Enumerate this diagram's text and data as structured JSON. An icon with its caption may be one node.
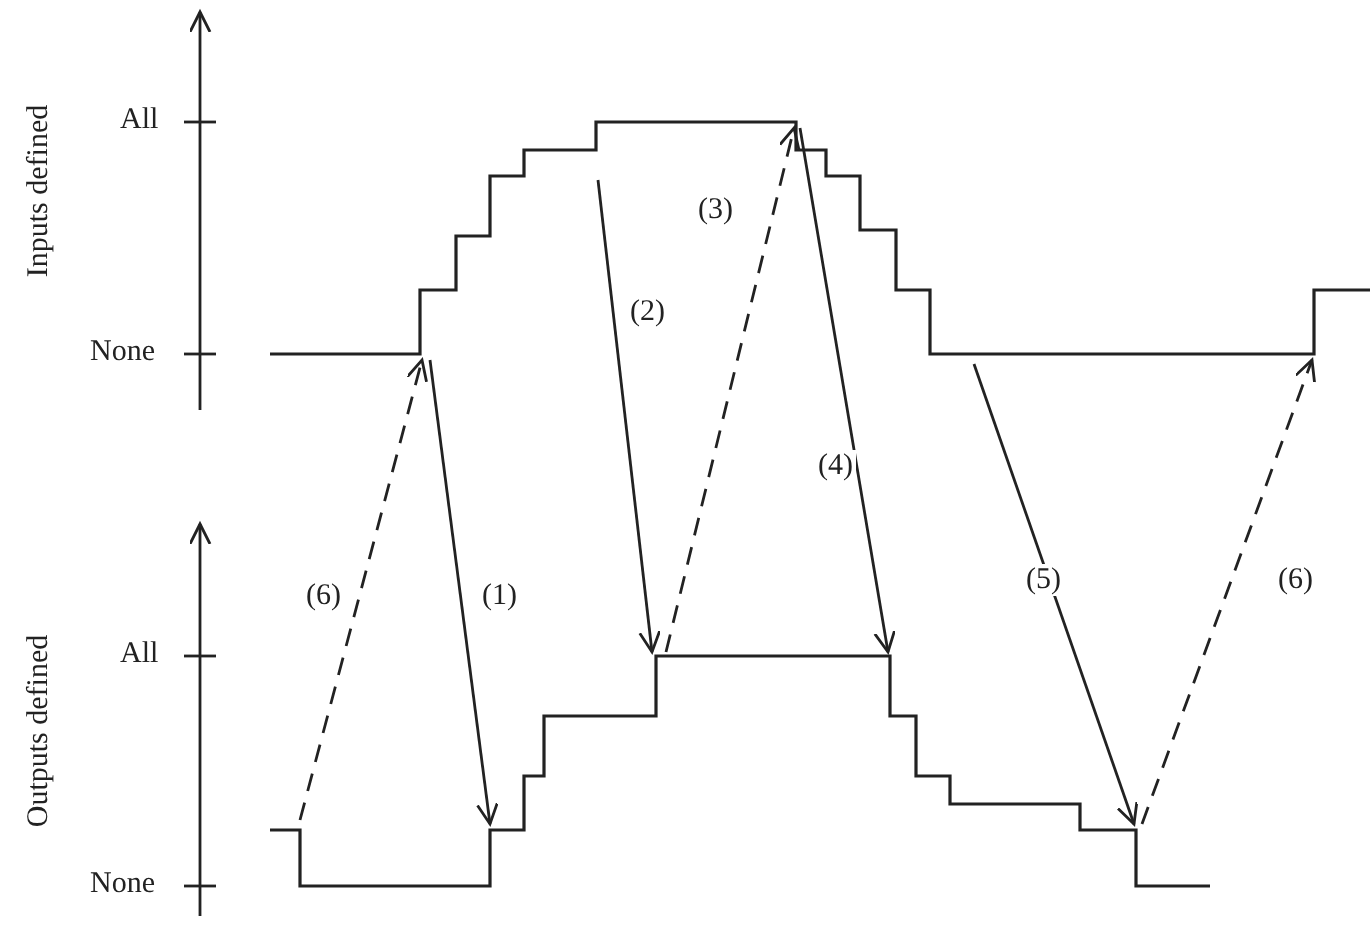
{
  "diagram": {
    "nodes": [
      {
        "text": [],
        "shape": "line"
      },
      {
        "text": [],
        "shape": "line"
      }
    ],
    "edges": [
      {
        "from": 1,
        "to": 0,
        "arrow": "to",
        "label": "(6)",
        "style": "dashed"
      },
      {
        "from": 0,
        "to": 1,
        "arrow": "to",
        "label": "(1)"
      },
      {
        "from": 0,
        "to": 1,
        "arrow": "to",
        "label": "(2)"
      },
      {
        "from": 1,
        "to": 0,
        "arrow": "to",
        "label": "(3)",
        "style": "dashed"
      },
      {
        "from": 0,
        "to": 1,
        "arrow": "to",
        "label": "(4)"
      },
      {
        "from": 0,
        "to": 1,
        "arrow": "to",
        "label": "(5)"
      },
      {
        "from": 1,
        "to": 0,
        "arrow": "to",
        "label": "(6)",
        "style": "dashed"
      }
    ],
    "labels": [
      "Inputs defined",
      "All",
      "None",
      "Outputs defined",
      "All",
      "None"
    ]
  }
}
